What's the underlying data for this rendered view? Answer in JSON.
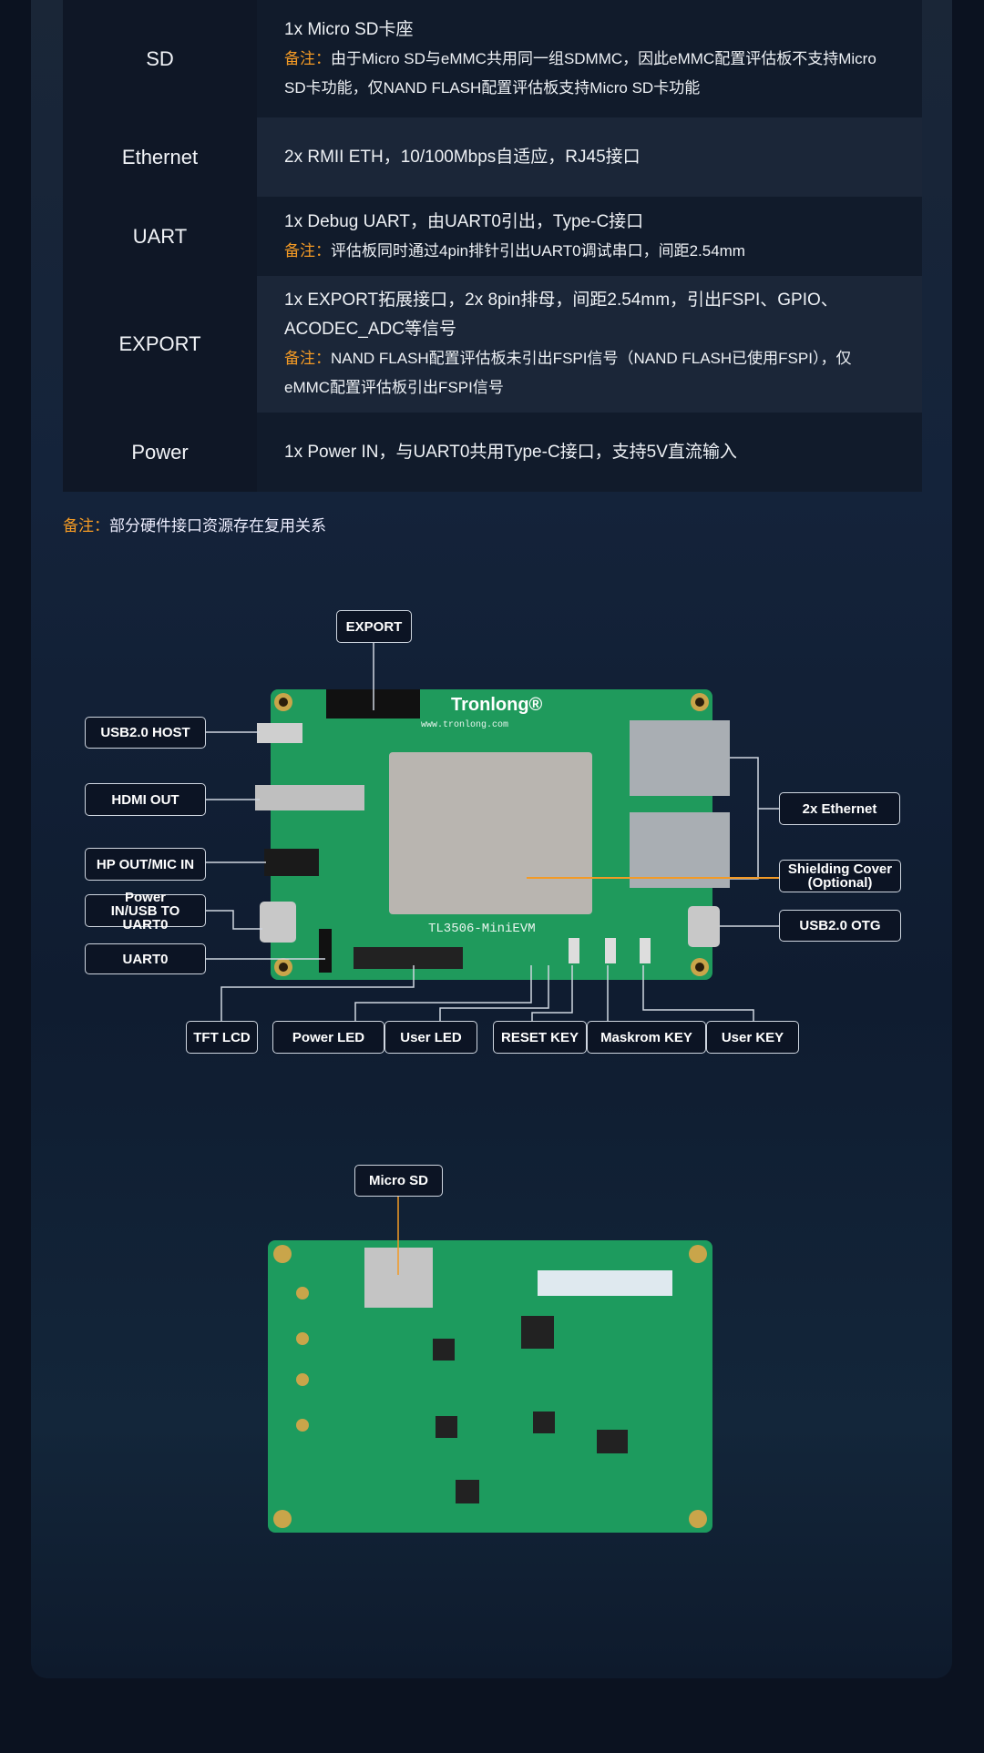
{
  "spec_table": [
    {
      "label": "SD",
      "lines": [
        "1x Micro SD卡座"
      ],
      "note": "由于Micro SD与eMMC共用同一组SDMMC，因此eMMC配置评估板不支持Micro SD卡功能，仅NAND FLASH配置评估板支持Micro SD卡功能"
    },
    {
      "label": "Ethernet",
      "lines": [
        "2x RMII ETH，10/100Mbps自适应，RJ45接口"
      ],
      "note": null
    },
    {
      "label": "UART",
      "lines": [
        "1x Debug UART，由UART0引出，Type-C接口"
      ],
      "note": "评估板同时通过4pin排针引出UART0调试串口，间距2.54mm"
    },
    {
      "label": "EXPORT",
      "lines": [
        "1x EXPORT拓展接口，2x 8pin排母，间距2.54mm，引出FSPI、GPIO、ACODEC_ADC等信号"
      ],
      "note": "NAND FLASH配置评估板未引出FSPI信号（NAND FLASH已使用FSPI），仅eMMC配置评估板引出FSPI信号"
    },
    {
      "label": "Power",
      "lines": [
        "1x Power IN，与UART0共用Type-C接口，支持5V直流输入"
      ],
      "note": null
    }
  ],
  "note_prefix": "备注：",
  "table_note": "部分硬件接口资源存在复用关系",
  "top_board": {
    "brand": "Tronlong®",
    "url": "www.tronlong.com",
    "model": "TL3506-MiniEVM",
    "callouts": {
      "export": "EXPORT",
      "usb_host": "USB2.0 HOST",
      "hdmi": "HDMI OUT",
      "hp": "HP OUT/MIC IN",
      "power_in": "Power IN/USB TO UART0",
      "uart0": "UART0",
      "ethernet": "2x Ethernet",
      "shield": "Shielding Cover (Optional)",
      "otg": "USB2.0 OTG",
      "tft": "TFT LCD",
      "power_led": "Power LED",
      "user_led": "User LED",
      "reset": "RESET KEY",
      "maskrom": "Maskrom KEY",
      "user_key": "User KEY"
    }
  },
  "bottom_board": {
    "callouts": {
      "microsd": "Micro SD"
    }
  },
  "colors": {
    "accent": "#f39a25",
    "pcb": "#1f9a5c"
  }
}
